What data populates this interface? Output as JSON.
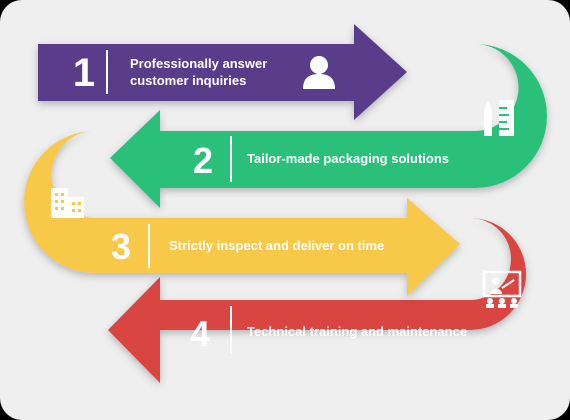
{
  "steps": [
    {
      "number": "1",
      "label_line1": "Professionally answer",
      "label_line2": "customer inquiries",
      "color": "#5a3d8a",
      "icon": "user-icon"
    },
    {
      "number": "2",
      "label": "Tailor-made packaging solutions",
      "color": "#2cc07a",
      "icon": "ruler-pencil-icon"
    },
    {
      "number": "3",
      "label": "Strictly inspect and deliver on time",
      "color": "#f8c84a",
      "icon": "building-icon"
    },
    {
      "number": "4",
      "label": "Technical training and maintenance",
      "color": "#d9443f",
      "icon": "presentation-icon"
    }
  ]
}
